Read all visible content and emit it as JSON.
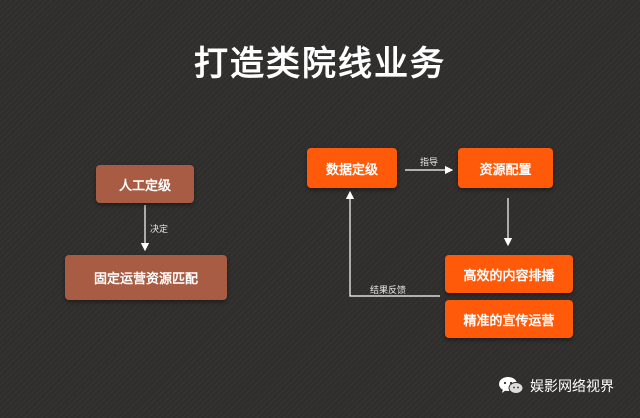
{
  "title": "打造类院线业务",
  "left_flow": {
    "top_box": "人工定级",
    "arrow_label": "决定",
    "bottom_box": "固定运营资源匹配"
  },
  "right_flow": {
    "box_rating": "数据定级",
    "box_resource": "资源配置",
    "box_content": "高效的内容排播",
    "box_promo": "精准的宣传运营",
    "label_guide": "指导",
    "label_feedback": "结果反馈"
  },
  "watermark": {
    "text": "娱影网络视界",
    "icon": "wechat-icon"
  },
  "colors": {
    "background": "#2f2e2d",
    "brown_box": "#a85c44",
    "orange_box": "#ff5a0a",
    "text": "#ffffff"
  }
}
